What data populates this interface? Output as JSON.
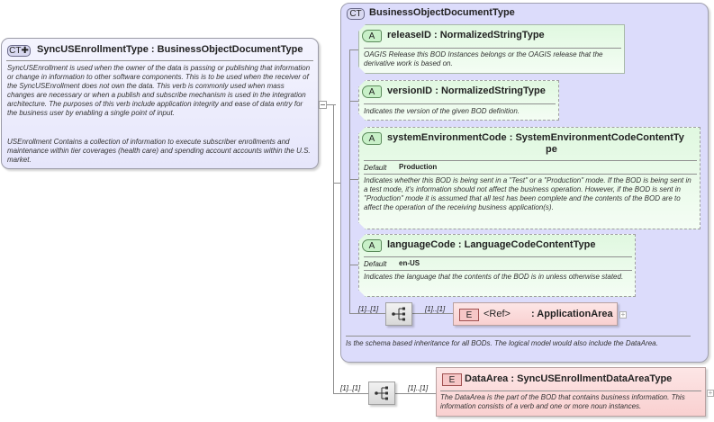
{
  "root": {
    "badge": "CT",
    "title": "SyncUSEnrollmentType : BusinessObjectDocumentType",
    "description_1": "SyncUSEnrollment is used when the owner of the data is passing or publishing that information or change in information to other software components. This is to be used when the receiver of the SyncUSEnrollment does not own the data. This verb is commonly used when mass changes are necessary or when a publish and subscribe mechanism is used in the integration architecture. The purposes of this verb include application integrity and ease of data entry for the business user by enabling a single point of input.",
    "description_2": "USEnrollment  Contains a collection of information to execute subscriber enrollments and maintenance within tier coverages (health care) and spending account accounts within the U.S. market."
  },
  "base": {
    "badge": "CT",
    "title": "BusinessObjectDocumentType",
    "description": "Is the schema based inheritance for all BODs. The logical model would also include the DataArea.",
    "attributes": [
      {
        "badge": "A",
        "name": "releaseID",
        "type": "NormalizedStringType",
        "description": "OAGIS Release this BOD Instances belongs or the OAGIS release that the derivative work is based on."
      },
      {
        "badge": "A",
        "name": "versionID",
        "type": "NormalizedStringType",
        "description": "Indicates the version of the given BOD definition."
      },
      {
        "badge": "A",
        "name": "systemEnvironmentCode",
        "type_line1": "SystemEnvironmentCodeContentTy",
        "type_line2": "pe",
        "default_label": "Default",
        "default_value": "Production",
        "description": "Indicates whether this BOD is being sent in a \"Test\" or a \"Production\" mode. If the BOD is being sent in a test mode, it's information should not affect the business operation. However, if the BOD is sent in \"Production\" mode it is assumed that all test has been complete and the contents of the BOD are to affect the operation of the receiving business application(s)."
      },
      {
        "badge": "A",
        "name": "languageCode",
        "type": "LanguageCodeContentType",
        "default_label": "Default",
        "default_value": "en-US",
        "description": "Indicates the language that the contents of the BOD is in unless otherwise stated."
      }
    ],
    "sequence": {
      "cardinality": "[1]..[1]",
      "element": {
        "badge": "E",
        "ref": "<Ref>",
        "type": ": ApplicationArea",
        "cardinality": "[1]..[1]"
      }
    }
  },
  "sequence": {
    "cardinality": "[1]..[1]",
    "element": {
      "badge": "E",
      "name": "DataArea",
      "type": "SyncUSEnrollmentDataAreaType",
      "separator": ":",
      "cardinality": "[1]..[1]",
      "description": "The DataArea is the part of the BOD that contains business information. This information consists of a verb and one or more noun instances."
    }
  },
  "icons": {
    "plus": "+",
    "attr_colon": ":"
  }
}
